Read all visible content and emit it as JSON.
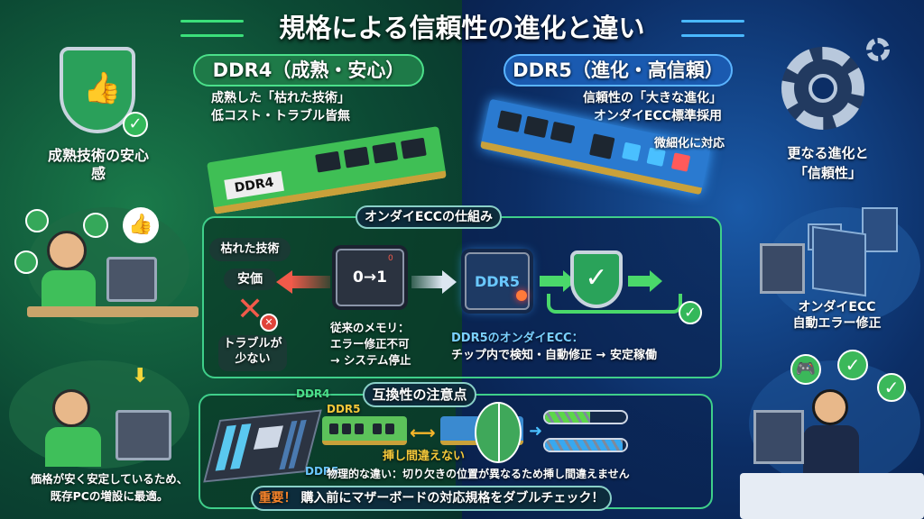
{
  "title": "規格による信頼性の進化と違い",
  "ddr4": {
    "heading": "DDR4（成熟・安心）",
    "sub1": "成熟した「枯れた技術」",
    "sub2": "低コスト・トラブル皆無",
    "stick_label": "DDR4"
  },
  "ddr5": {
    "heading": "DDR5（進化・高信頼）",
    "sub1": "信頼性の「大きな進化」",
    "sub2": "オンダイECC標準採用",
    "sub3": "微細化に対応"
  },
  "left": {
    "caption": "成熟技術の安心感",
    "bottom1": "価格が安く安定しているため、",
    "bottom2": "既存PCの増設に最適。"
  },
  "right": {
    "caption1": "更なる進化と",
    "caption2": "「信頼性」",
    "ecc1": "オンダイECC",
    "ecc2": "自動エラー修正"
  },
  "ecc": {
    "label": "オンダイECCの仕組み",
    "tag_mature": "枯れた技術",
    "tag_cheap": "安価",
    "tag_trouble": "トラブルが少ない",
    "chip1": "0→1",
    "bit": "0",
    "old1": "従来のメモリ：",
    "old2": "エラー修正不可",
    "old3": "→ システム停止",
    "chip2": "DDR5",
    "new1": "DDR5のオンダイECC：",
    "new2": "チップ内で検知・自動修正 → 安定稼働"
  },
  "compat": {
    "label": "互換性の注意点",
    "mb_ddr4": "DDR4",
    "mb_ddr5": "DDR5",
    "stick_ddr5": "DDR5",
    "no_mistake": "挿し間違えない",
    "physical": "物理的な違い：切り欠きの位置が異なるため挿し間違えません",
    "important": "重要！",
    "check": "購入前にマザーボードの対応規格をダブルチェック！",
    "progress": [
      {
        "value": 0.55,
        "color": "#5cd64a"
      },
      {
        "value": 0.95,
        "color": "#38a8f0"
      }
    ]
  },
  "colors": {
    "green": "#2fd36a",
    "blue": "#3aa0ff",
    "red": "#f05a4a",
    "orange": "#f5a623"
  }
}
